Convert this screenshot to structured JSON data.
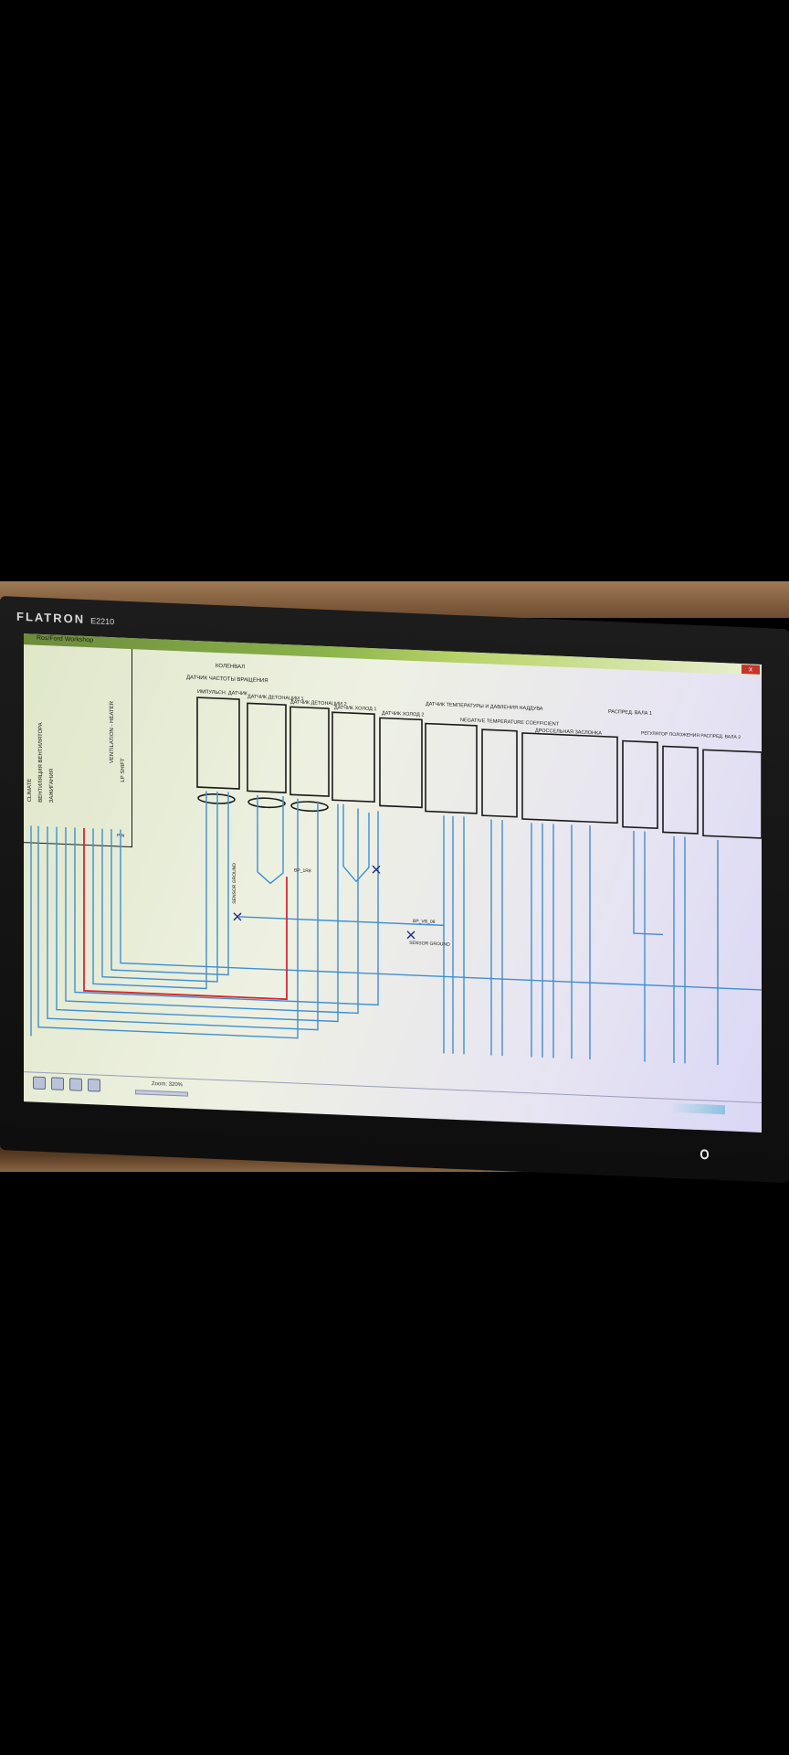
{
  "monitor": {
    "brand": "FLATRON",
    "model": "E2210"
  },
  "screen": {
    "window_title": "Ros/Ford Workshop",
    "close_glyph": "x",
    "panel_labels": [
      "CLIMATE",
      "ВЕНТИЛЯЦИЯ ВЕНТИЛЯТОРА",
      "ЗАЖИГАНИЯ"
    ],
    "ventilation_label": "VENTILATION - HEATER",
    "lp_label": "LP  SHIFT",
    "pin_label": "PIN",
    "header_lines": [
      "КОЛЕНВАЛ",
      "ДАТЧИК ЧАСТОТЫ ВРАЩЕНИЯ"
    ],
    "sensor_labels": [
      "ИМПУЛЬСН. ДАТЧИК",
      "ДАТЧИК ДЕТОНАЦИИ 1",
      "ДАТЧИК ДЕТОНАЦИИ 2",
      "ДАТЧИК ХОЛОД 1",
      "ДАТЧИК ХОЛОД 2",
      "ДАТЧИК ТЕМПЕРАТУРЫ И ДАВЛЕНИЯ НАДДУВА",
      "NEGATIVE TEMPERATURE COEFFICIENT",
      "ДРОССЕЛЬНАЯ ЗАСЛОНКА",
      "РАСПРЕД. ВАЛА 1",
      "РЕГУЛЯТОР ПОЛОЖЕНИЯ РАСПРЕД. ВАЛА 2"
    ],
    "wire_labels": [
      "SENSOR GROUND",
      "SENSOR GROUND",
      "BP_1R8",
      "BP_VB_08"
    ],
    "zoom_text": "Zoom: 320%"
  },
  "colors": {
    "wire": "#3d8fd6",
    "power_wire": "#d8262b",
    "component_border": "#1b1b1b",
    "screen_bg": "#e8ecd8"
  },
  "icons": {
    "power_button": "power-button-icon",
    "tool_icons": [
      "layers-icon",
      "folder-icon",
      "filter-icon",
      "up-arrow-icon"
    ]
  }
}
